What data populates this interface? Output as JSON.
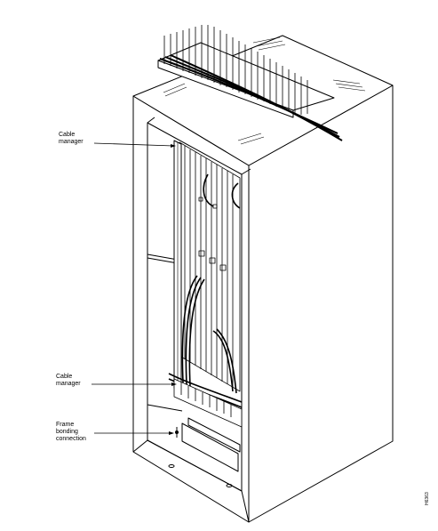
{
  "callouts": {
    "top_cable_manager": {
      "line1": "Cable",
      "line2": "manager"
    },
    "bottom_cable_manager": {
      "line1": "Cable",
      "line2": "manager"
    },
    "frame_bonding": {
      "line1": "Frame",
      "line2": "bonding",
      "line3": "connection"
    }
  },
  "figure_number": "H6363"
}
